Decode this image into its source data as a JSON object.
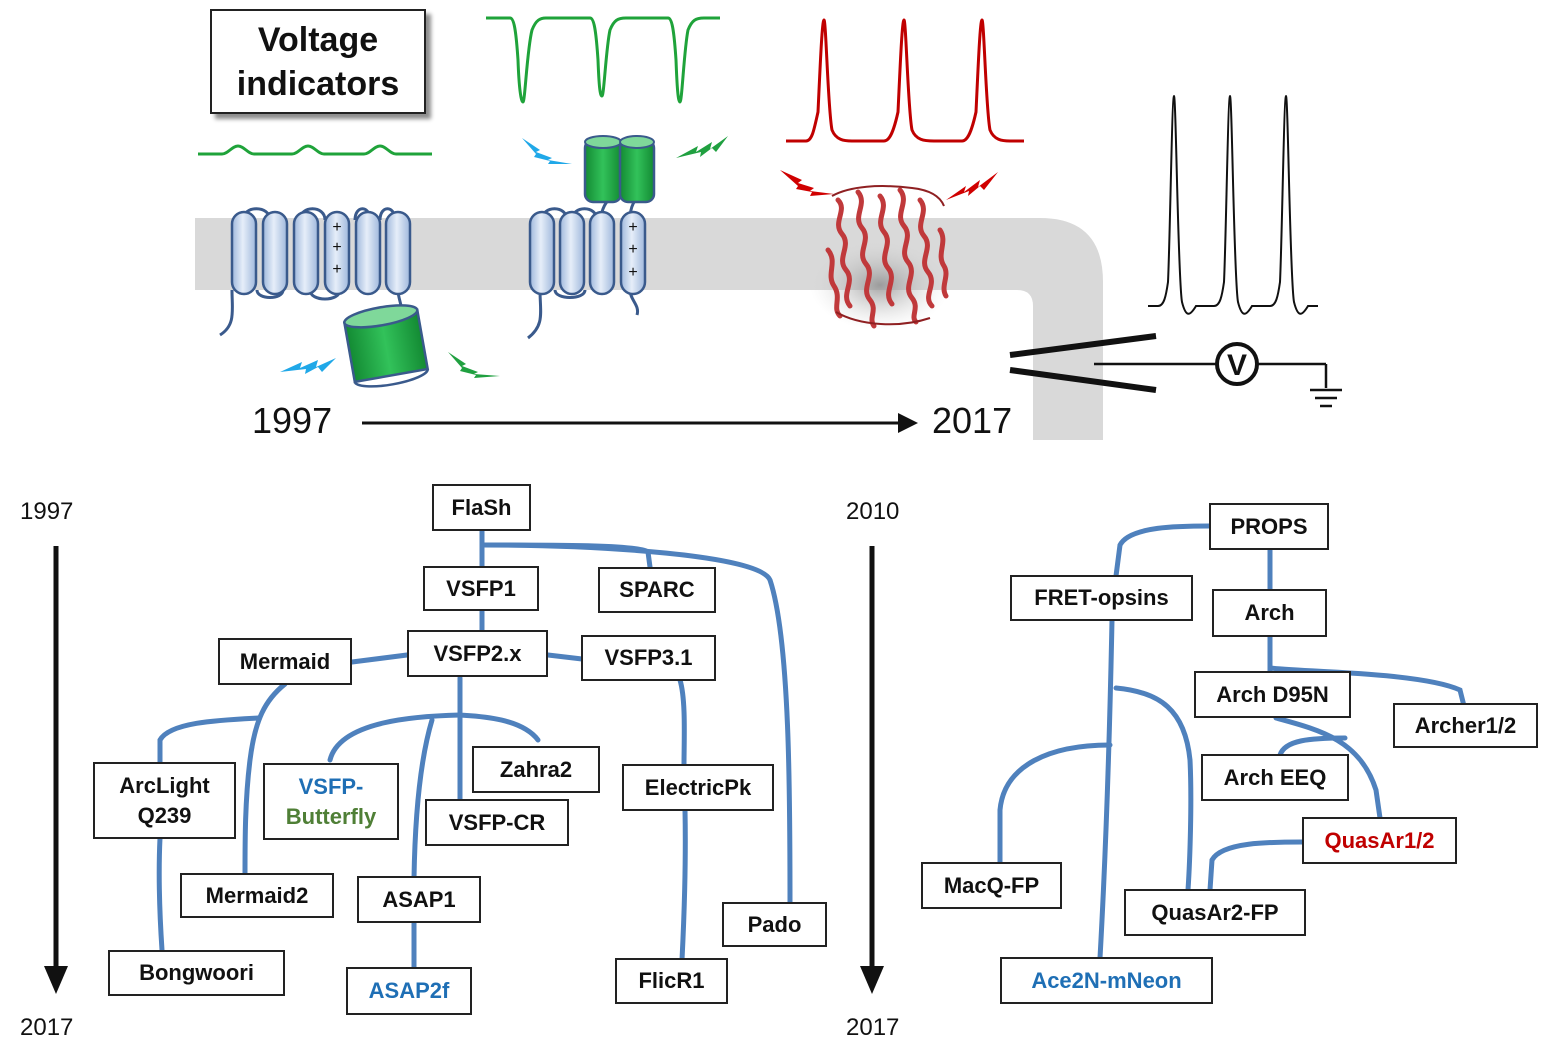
{
  "title": {
    "line1": "Voltage",
    "line2": "indicators"
  },
  "timeline": {
    "start": "1997",
    "end": "2017"
  },
  "voltmeter_symbol": "V",
  "colors": {
    "tree_line": "#4f81bd",
    "membrane": "#d9d9d9",
    "helix_fill": "#c5d6ee",
    "helix_stroke": "#3a5a8c",
    "fp_green": "#20a040",
    "trace_green": "#1fa33a",
    "trace_red": "#c00000",
    "bolt_blue": "#20a8e8",
    "bolt_green": "#20a040",
    "bolt_red": "#d00000",
    "label_blue": "#1f6fb5",
    "label_green": "#4f7f36",
    "label_red": "#c00000"
  },
  "left_tree": {
    "year_start": "1997",
    "year_end": "2017",
    "nodes": {
      "flash": "FlaSh",
      "vsfp1": "VSFP1",
      "sparc": "SPARC",
      "mermaid": "Mermaid",
      "vsfp2x": "VSFP2.x",
      "vsfp31": "VSFP3.1",
      "arclight_1": "ArcLight",
      "arclight_2": "Q239",
      "butterfly_1": "VSFP-",
      "butterfly_2": "Butterfly",
      "zahra2": "Zahra2",
      "vsfpcr": "VSFP-CR",
      "electricpk": "ElectricPk",
      "mermaid2": "Mermaid2",
      "asap1": "ASAP1",
      "pado": "Pado",
      "bongwoori": "Bongwoori",
      "asap2f": "ASAP2f",
      "flicr1": "FlicR1"
    }
  },
  "right_tree": {
    "year_start": "2010",
    "year_end": "2017",
    "nodes": {
      "props": "PROPS",
      "fretopsins": "FRET-opsins",
      "arch": "Arch",
      "archd95n": "Arch D95N",
      "archer12": "Archer1/2",
      "archeeq": "Arch EEQ",
      "quasar12": "QuasAr1/2",
      "macqfp": "MacQ-FP",
      "quasar2fp": "QuasAr2-FP",
      "ace2n": "Ace2N-mNeon"
    }
  }
}
